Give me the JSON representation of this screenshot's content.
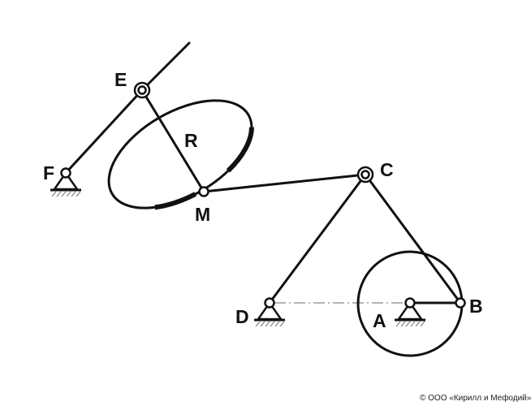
{
  "labels": {
    "E": "E",
    "F": "F",
    "R": "R",
    "M": "M",
    "C": "C",
    "D": "D",
    "A": "A",
    "B": "B"
  },
  "copyright": "© ООО «Кирилл и Мефодий»",
  "colors": {
    "ink": "#111111",
    "centerline": "#888888"
  }
}
